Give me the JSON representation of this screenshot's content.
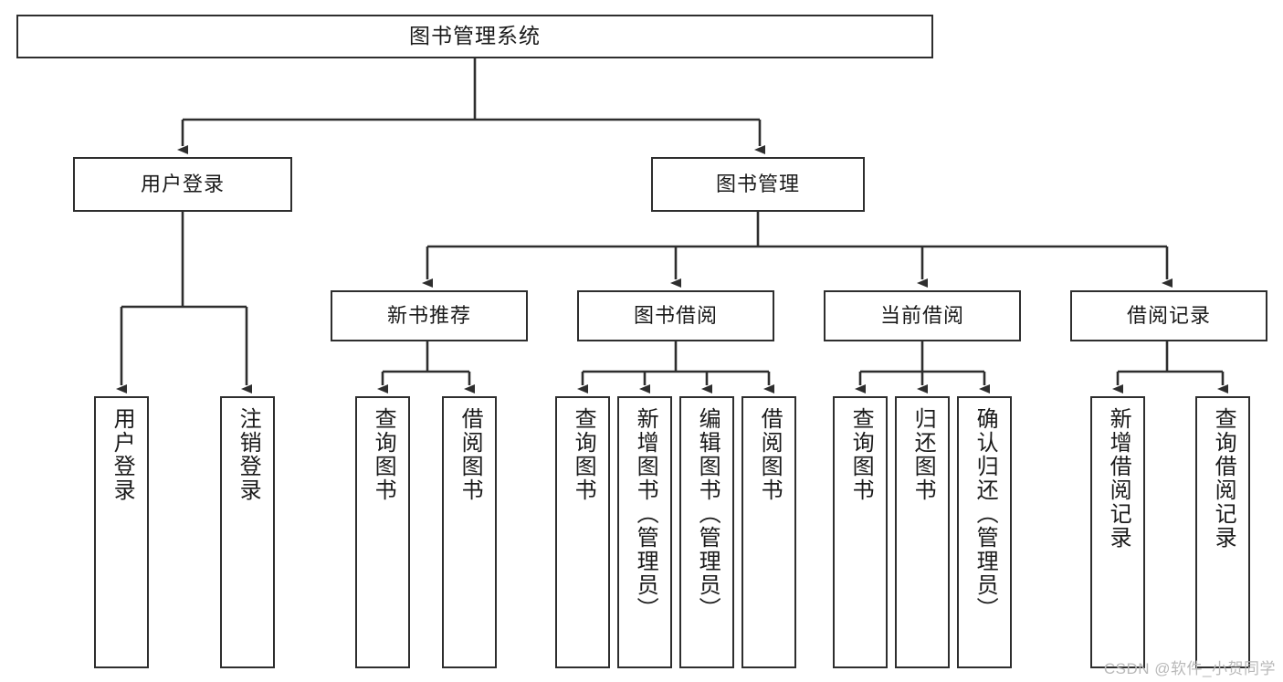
{
  "diagram": {
    "title": "图书管理系统",
    "type": "tree",
    "watermark": "CSDN @软件_小贺同学",
    "colors": {
      "node_border": "#2e2e2e",
      "node_fill": "#ffffff",
      "connector": "#2e2e2e",
      "text": "#1a1a1a",
      "watermark": "#b9b9b9",
      "background": "#ffffff"
    },
    "nodes": {
      "root": {
        "label": "图书管理系统"
      },
      "level1": [
        {
          "id": "user-login",
          "label": "用户登录"
        },
        {
          "id": "book-management",
          "label": "图书管理"
        }
      ],
      "level2": [
        {
          "id": "new-book-recommend",
          "label": "新书推荐"
        },
        {
          "id": "book-borrow",
          "label": "图书借阅"
        },
        {
          "id": "current-borrow",
          "label": "当前借阅"
        },
        {
          "id": "borrow-record",
          "label": "借阅记录"
        }
      ],
      "leaves": {
        "user-login": [
          {
            "id": "leaf-user-login",
            "label": "用户登录"
          },
          {
            "id": "leaf-logout-login",
            "label": "注销登录"
          }
        ],
        "new-book-recommend": [
          {
            "id": "leaf-query-book-1",
            "label": "查询图书"
          },
          {
            "id": "leaf-borrow-book-1",
            "label": "借阅图书"
          }
        ],
        "book-borrow": [
          {
            "id": "leaf-query-book-2",
            "label": "查询图书"
          },
          {
            "id": "leaf-add-book-admin",
            "label": "新增图书（管理员）"
          },
          {
            "id": "leaf-edit-book-admin",
            "label": "编辑图书（管理员）"
          },
          {
            "id": "leaf-borrow-book-2",
            "label": "借阅图书"
          }
        ],
        "current-borrow": [
          {
            "id": "leaf-query-book-3",
            "label": "查询图书"
          },
          {
            "id": "leaf-return-book",
            "label": "归还图书"
          },
          {
            "id": "leaf-confirm-return-admin",
            "label": "确认归还（管理员）"
          }
        ],
        "borrow-record": [
          {
            "id": "leaf-add-borrow-record",
            "label": "新增借阅记录"
          },
          {
            "id": "leaf-query-borrow-record",
            "label": "查询借阅记录"
          }
        ]
      }
    }
  }
}
